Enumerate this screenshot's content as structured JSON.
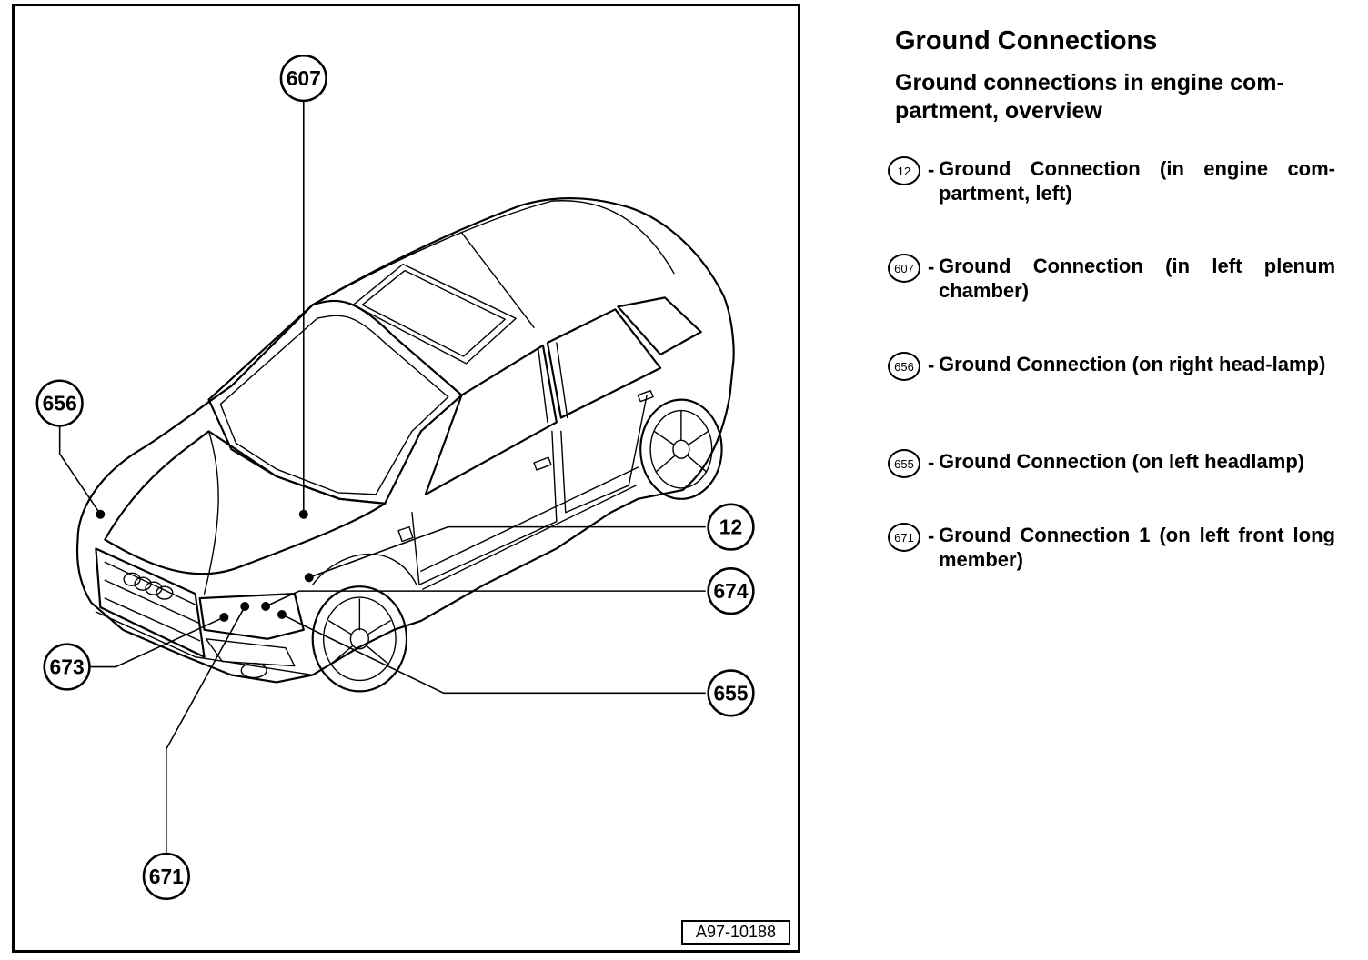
{
  "header": {
    "title": "Ground Connections",
    "subtitle": "Ground connections in engine com-partment, overview"
  },
  "legend": [
    {
      "number": "12",
      "dash": "-",
      "description": "Ground Connection (in engine com-partment, left)"
    },
    {
      "number": "607",
      "dash": "-",
      "description": "Ground Connection (in left plenum chamber)"
    },
    {
      "number": "656",
      "dash": "-",
      "description": "Ground Connection (on right head-lamp)"
    },
    {
      "number": "655",
      "dash": "-",
      "description": "Ground Connection (on left headlamp)"
    },
    {
      "number": "671",
      "dash": "-",
      "description": "Ground Connection 1 (on left front long member)"
    }
  ],
  "figure": {
    "id": "A97-10188",
    "callouts": {
      "c607": "607",
      "c656": "656",
      "c12": "12",
      "c674": "674",
      "c673": "673",
      "c655": "655",
      "c671": "671"
    }
  }
}
